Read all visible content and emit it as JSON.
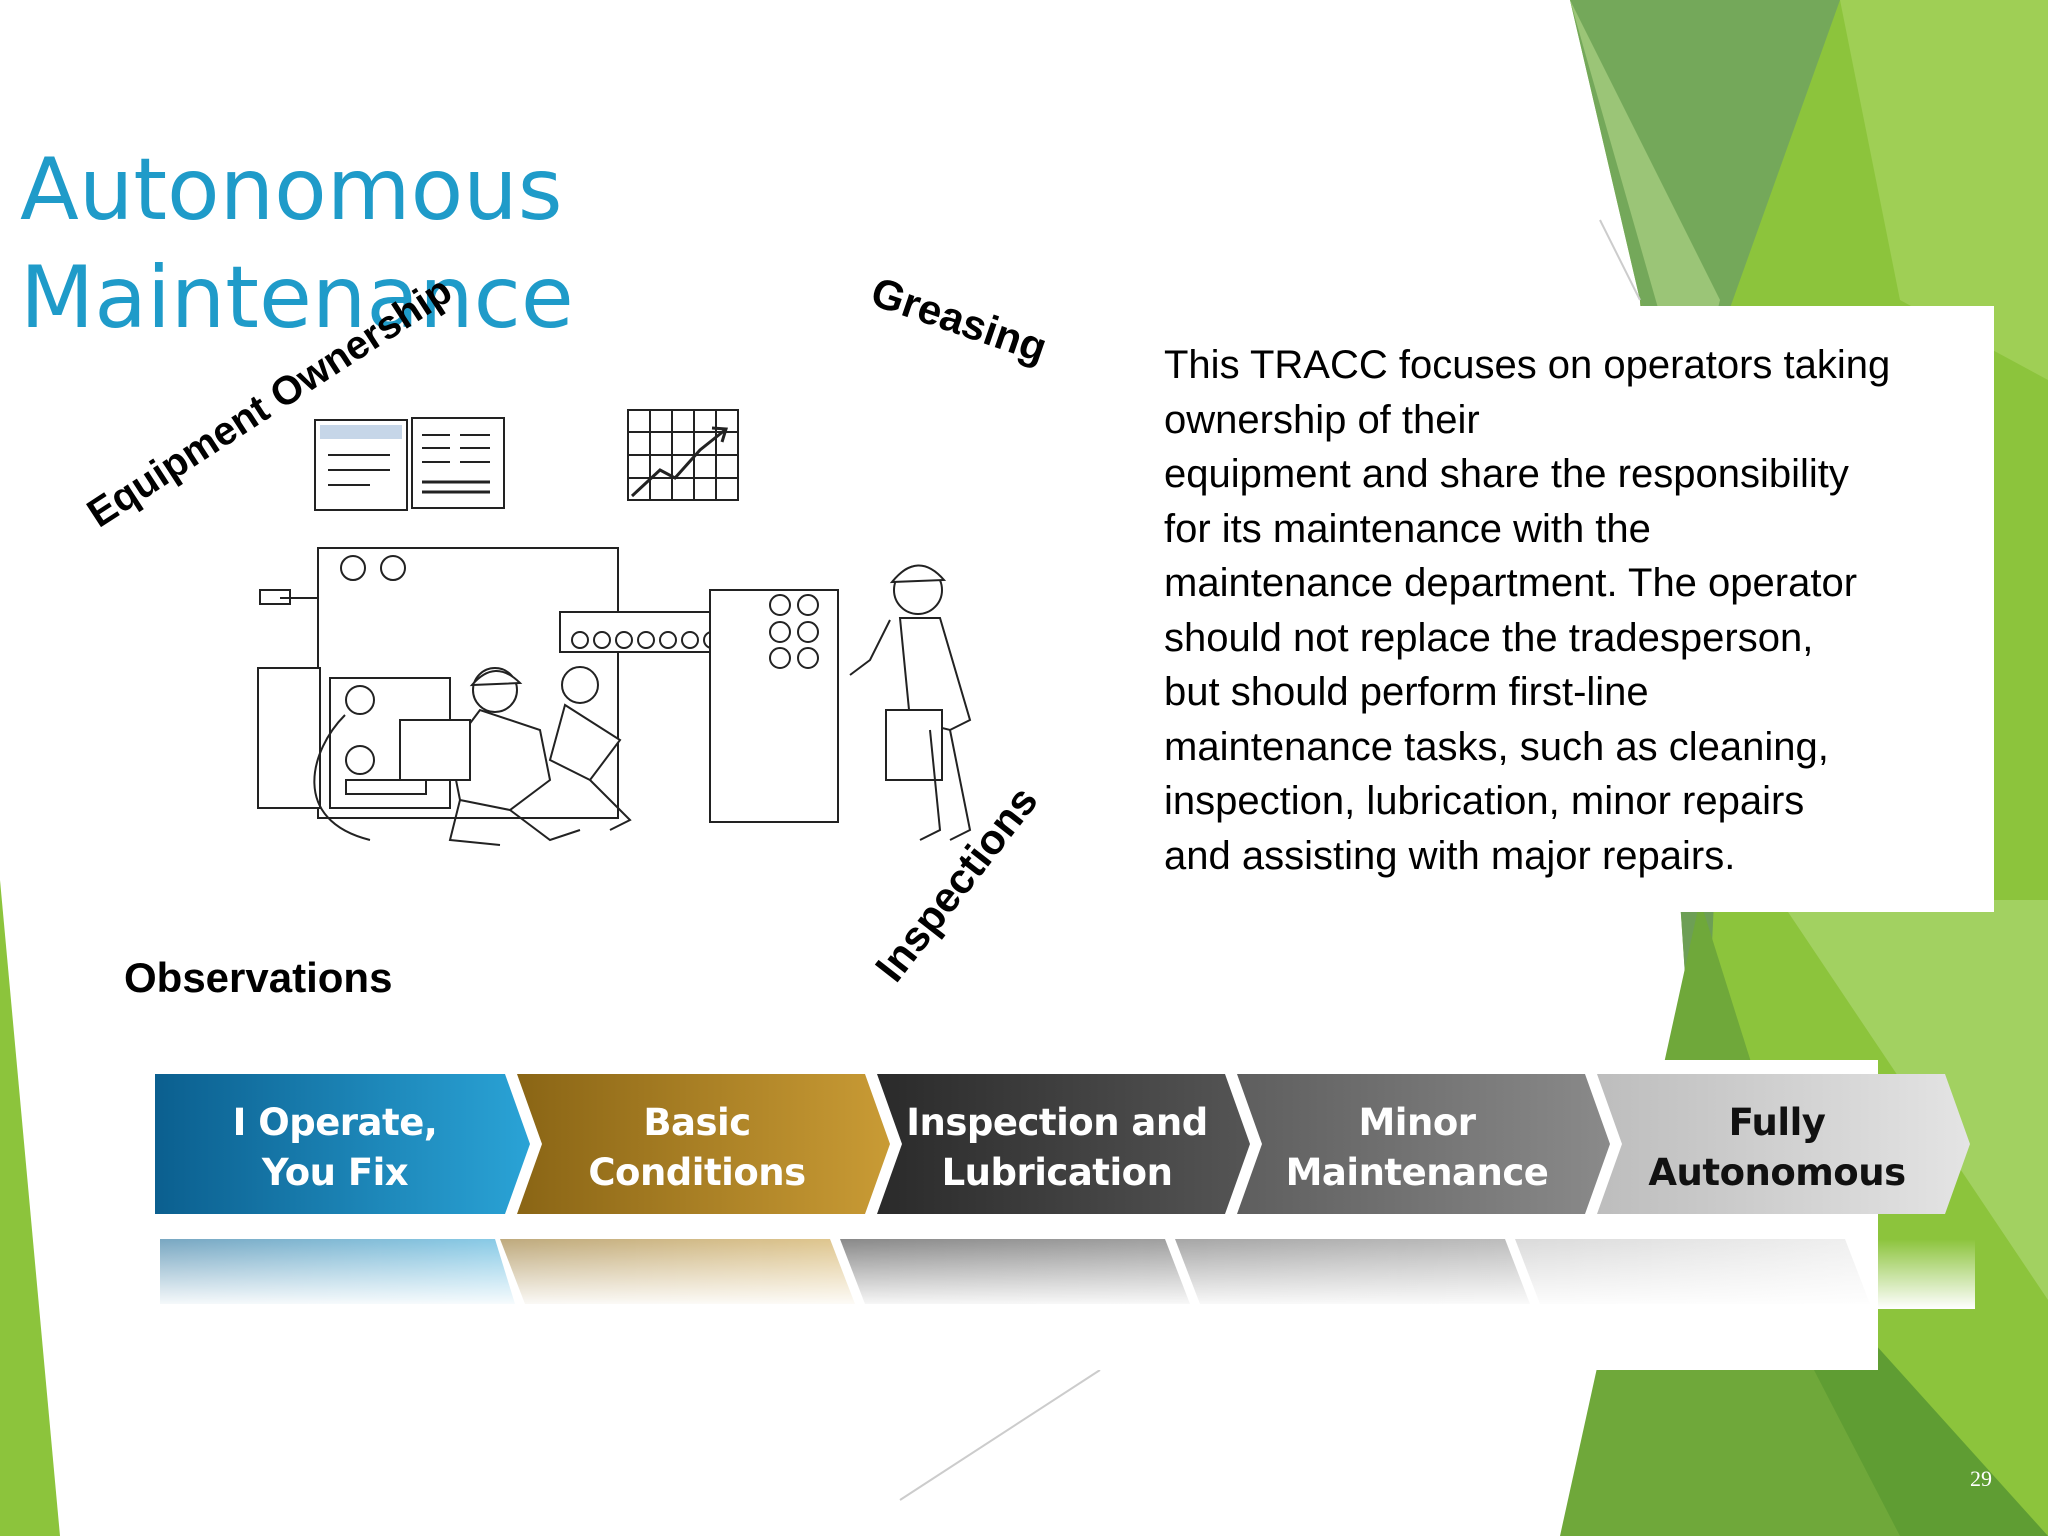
{
  "slide": {
    "title_line1": "Autonomous",
    "title_line2": "Maintenance",
    "labels": {
      "equipment_ownership": "Equipment Ownership",
      "greasing": "Greasing",
      "inspections": "Inspections",
      "observations": "Observations"
    },
    "description_lines": [
      "This TRACC focuses on operators taking",
      "ownership of their",
      "equipment and share the responsibility",
      "for its maintenance with the",
      "maintenance department.  The operator",
      "should not replace the tradesperson,",
      "but should perform first-line",
      "maintenance tasks, such as cleaning,",
      "inspection, lubrication, minor repairs",
      "and assisting with major repairs."
    ],
    "steps": [
      {
        "line1": "I Operate,",
        "line2": "You Fix",
        "color": "#1a86b8"
      },
      {
        "line1": "Basic",
        "line2": "Conditions",
        "color": "#b08628"
      },
      {
        "line1": "Inspection and",
        "line2": "Lubrication",
        "color": "#3c3c3c"
      },
      {
        "line1": "Minor",
        "line2": "Maintenance",
        "color": "#6f6f6f"
      },
      {
        "line1": "Fully",
        "line2": "Autonomous",
        "color": "#c9c9c9"
      }
    ],
    "page_number": "29",
    "accent_colors": {
      "title_blue": "#1f9bc9",
      "green_light": "#8cc43c",
      "green_dark": "#5a9b3a"
    }
  }
}
